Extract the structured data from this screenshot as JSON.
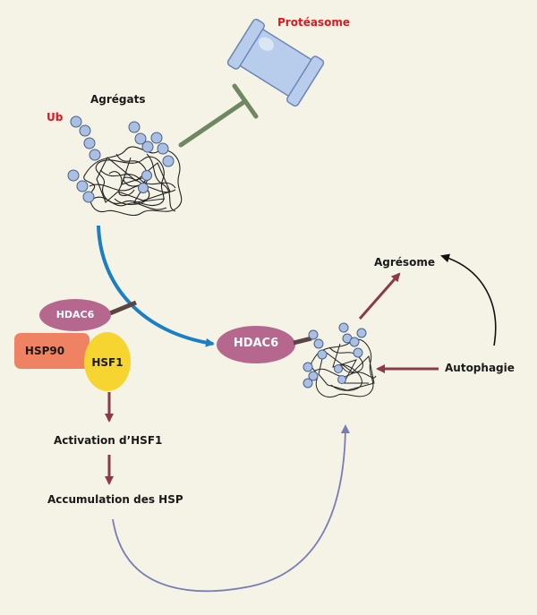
{
  "labels": {
    "proteasome": "Protéasome",
    "aggregates": "Agrégats",
    "ub": "Ub",
    "hdac6_left": "HDAC6",
    "hsp90": "HSP90",
    "hsf1": "HSF1",
    "activation": "Activation d’HSF1",
    "accumulation": "Accumulation des HSP",
    "hdac6_right": "HDAC6",
    "aggresome": "Agrésome",
    "autophagy": "Autophagie"
  },
  "colors": {
    "background": "#f4f3e6",
    "hdac6": "#b5678e",
    "hsp90": "#ee8262",
    "hsf1": "#f6d531",
    "proteasome": "#b8ccec",
    "ub_bead": "#a9bfe4",
    "inhibition": "#6f8862",
    "blue_arrow": "#1b7fc4",
    "maroon_arrow": "#8a3b4b",
    "purple_curve": "#7a7cb8",
    "label_red": "#e0161e"
  }
}
